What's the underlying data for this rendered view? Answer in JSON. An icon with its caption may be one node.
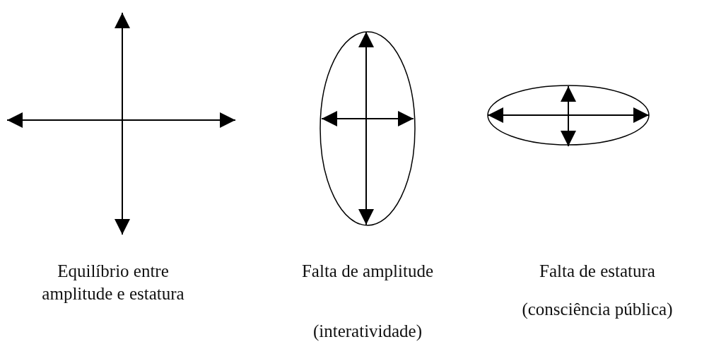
{
  "diagram": {
    "labels": [
      "Equilíbrio entre amplitude e estatura",
      "Falta de amplitude",
      "(interatividade)",
      "Falta de estatura",
      "(consciência pública)"
    ]
  }
}
